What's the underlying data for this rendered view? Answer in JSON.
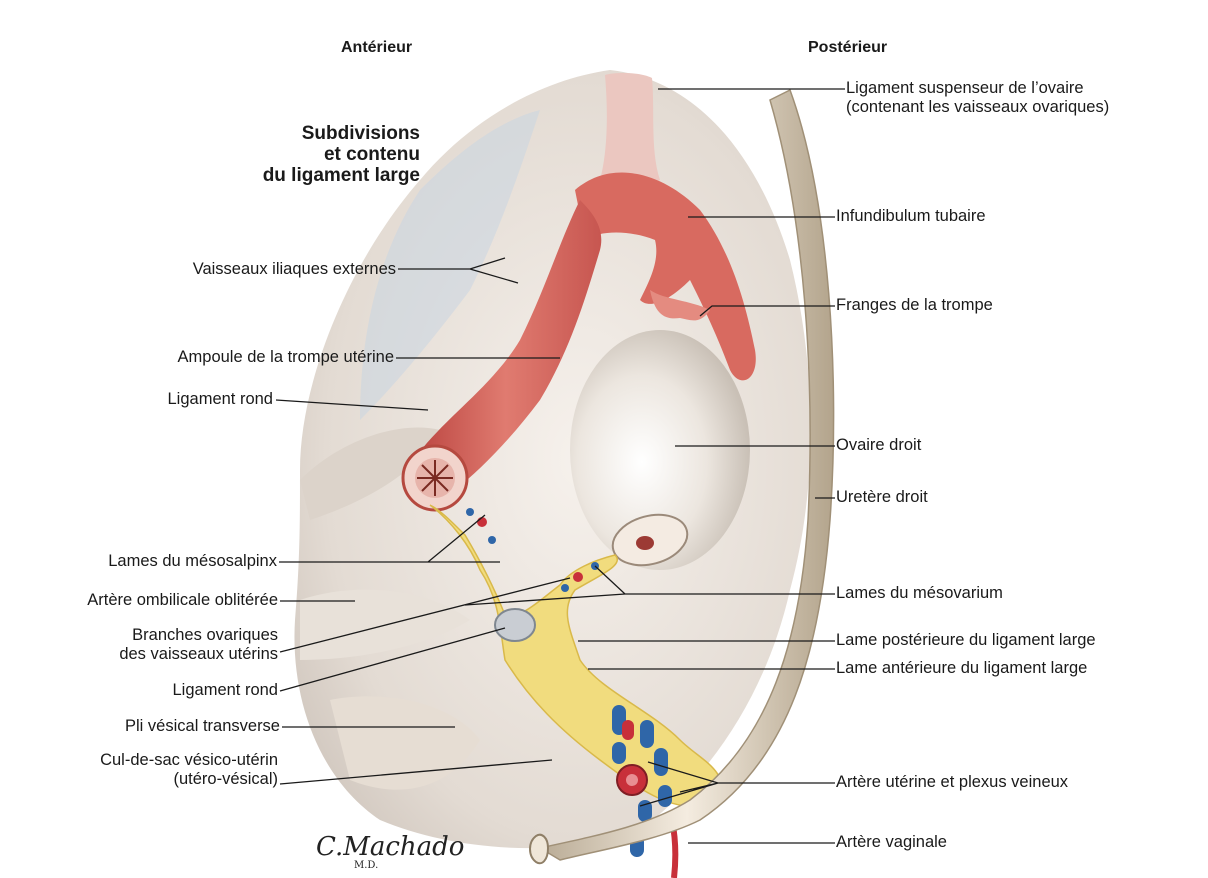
{
  "header": {
    "anterior": "Antérieur",
    "posterior": "Postérieur"
  },
  "title": {
    "line1": "Subdivisions",
    "line2": "et contenu",
    "line3": "du ligament large"
  },
  "labels_left": {
    "vaisseaux_iliaques": "Vaisseaux iliaques externes",
    "ampoule": "Ampoule de la trompe utérine",
    "ligament_rond_1": "Ligament rond",
    "mesosalpinx": "Lames du mésosalpinx",
    "artere_ombilicale": "Artère ombilicale oblitérée",
    "branches_line1": "Branches ovariques",
    "branches_line2": "des vaisseaux utérins",
    "ligament_rond_2": "Ligament rond",
    "pli_vesical": "Pli vésical transverse",
    "cul_de_sac_line1": "Cul-de-sac vésico-utérin",
    "cul_de_sac_line2": "(utéro-vésical)"
  },
  "labels_right": {
    "suspenseur_line1": "Ligament suspenseur de l’ovaire",
    "suspenseur_line2": "(contenant les vaisseaux ovariques)",
    "infundibulum": "Infundibulum tubaire",
    "franges": "Franges de la trompe",
    "ovaire": "Ovaire droit",
    "uretere": "Uretère droit",
    "mesovarium": "Lames du mésovarium",
    "lame_posterieure": "Lame postérieure du ligament large",
    "lame_anterieure": "Lame antérieure du ligament large",
    "artere_uterine": "Artère utérine et plexus veineux",
    "artere_vaginale": "Artère vaginale"
  },
  "signature": {
    "name": "C.Machado",
    "suffix": "M.D."
  },
  "colors": {
    "tube": "#d9685f",
    "fat": "#f1dc7e",
    "vein": "#2f66a8",
    "artery": "#c8303a",
    "tissue": "#ede6de"
  }
}
